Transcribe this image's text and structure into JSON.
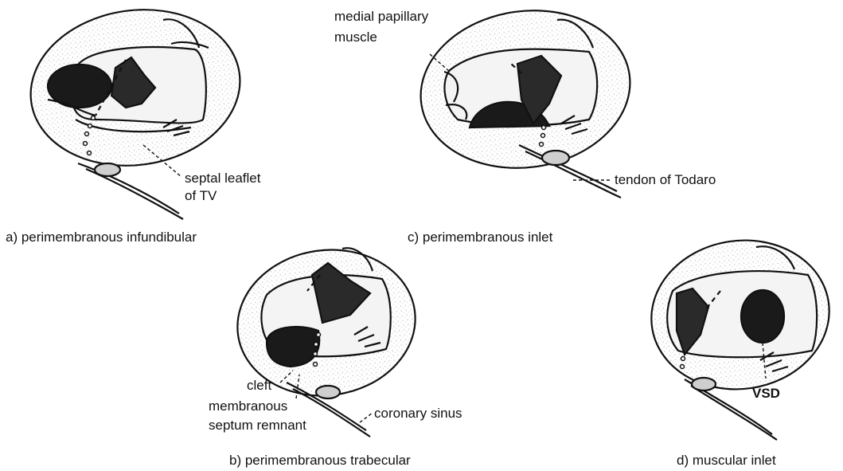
{
  "panels": [
    {
      "caption": "a) perimembranous infundibular",
      "labels": {
        "septal_leaflet_line1": "septal leaflet",
        "septal_leaflet_line2": "of TV"
      }
    },
    {
      "caption": "b) perimembranous trabecular",
      "labels": {
        "cleft": "cleft",
        "membranous_line1": "membranous",
        "membranous_line2": "septum remnant",
        "coronary_sinus": "coronary sinus"
      }
    },
    {
      "caption": "c) perimembranous inlet",
      "labels": {
        "medial_papillary_line1": "medial papillary",
        "medial_papillary_line2": "muscle",
        "tendon_of_todaro": "tendon of Todaro"
      }
    },
    {
      "caption": "d) muscular inlet",
      "labels": {
        "vsd": "VSD"
      }
    }
  ],
  "colors": {
    "ink": "#111111",
    "fill_dark": "#1a1a1a",
    "fill_stipple": "#cfcfcf",
    "background": "#ffffff"
  }
}
